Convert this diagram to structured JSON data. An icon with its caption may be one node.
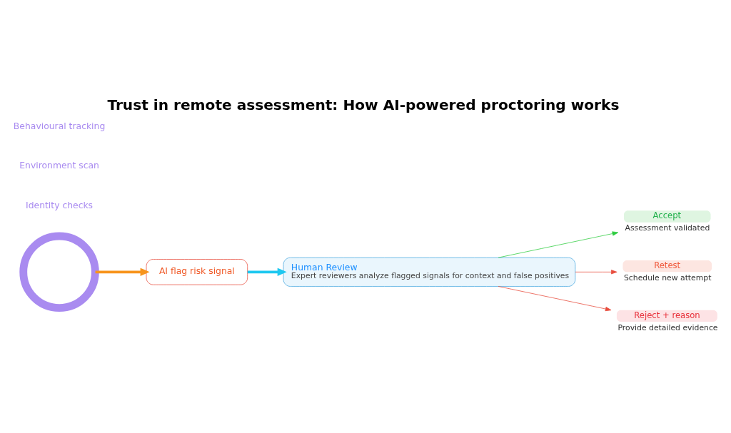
{
  "diagram": {
    "title": "Trust in remote assessment: How AI-powered proctoring works",
    "nodes": [
      {
        "text": [],
        "shape": "circle"
      },
      {
        "text": [
          "Identity checks"
        ]
      },
      {
        "text": [
          "Environment scan"
        ]
      },
      {
        "text": [
          "Behavioural tracking"
        ]
      },
      {
        "text": [
          "AI flag risk signal"
        ]
      },
      {
        "text": [
          "Human Review",
          "Expert reviewers analyze flagged signals for context and false positives"
        ]
      },
      {
        "text": [
          "Accept"
        ],
        "beside": [
          "Assessment validated"
        ]
      },
      {
        "text": [
          "Retest"
        ],
        "beside": [
          "Schedule new attempt"
        ]
      },
      {
        "text": [
          "Reject + reason"
        ],
        "beside": [
          "Provide detailed evidence"
        ]
      }
    ],
    "edges": [
      {
        "from": 0,
        "to": 4,
        "arrow": "to",
        "style": "thick",
        "color": "#f7941d"
      },
      {
        "from": 4,
        "to": 5,
        "arrow": "to",
        "style": "thick",
        "color": "#1ec8f0"
      },
      {
        "from": 5,
        "to": 6,
        "arrow": "to",
        "color": "#2ecc40"
      },
      {
        "from": 5,
        "to": 7,
        "arrow": "to"
      },
      {
        "from": 5,
        "to": 8,
        "arrow": "to"
      }
    ]
  }
}
